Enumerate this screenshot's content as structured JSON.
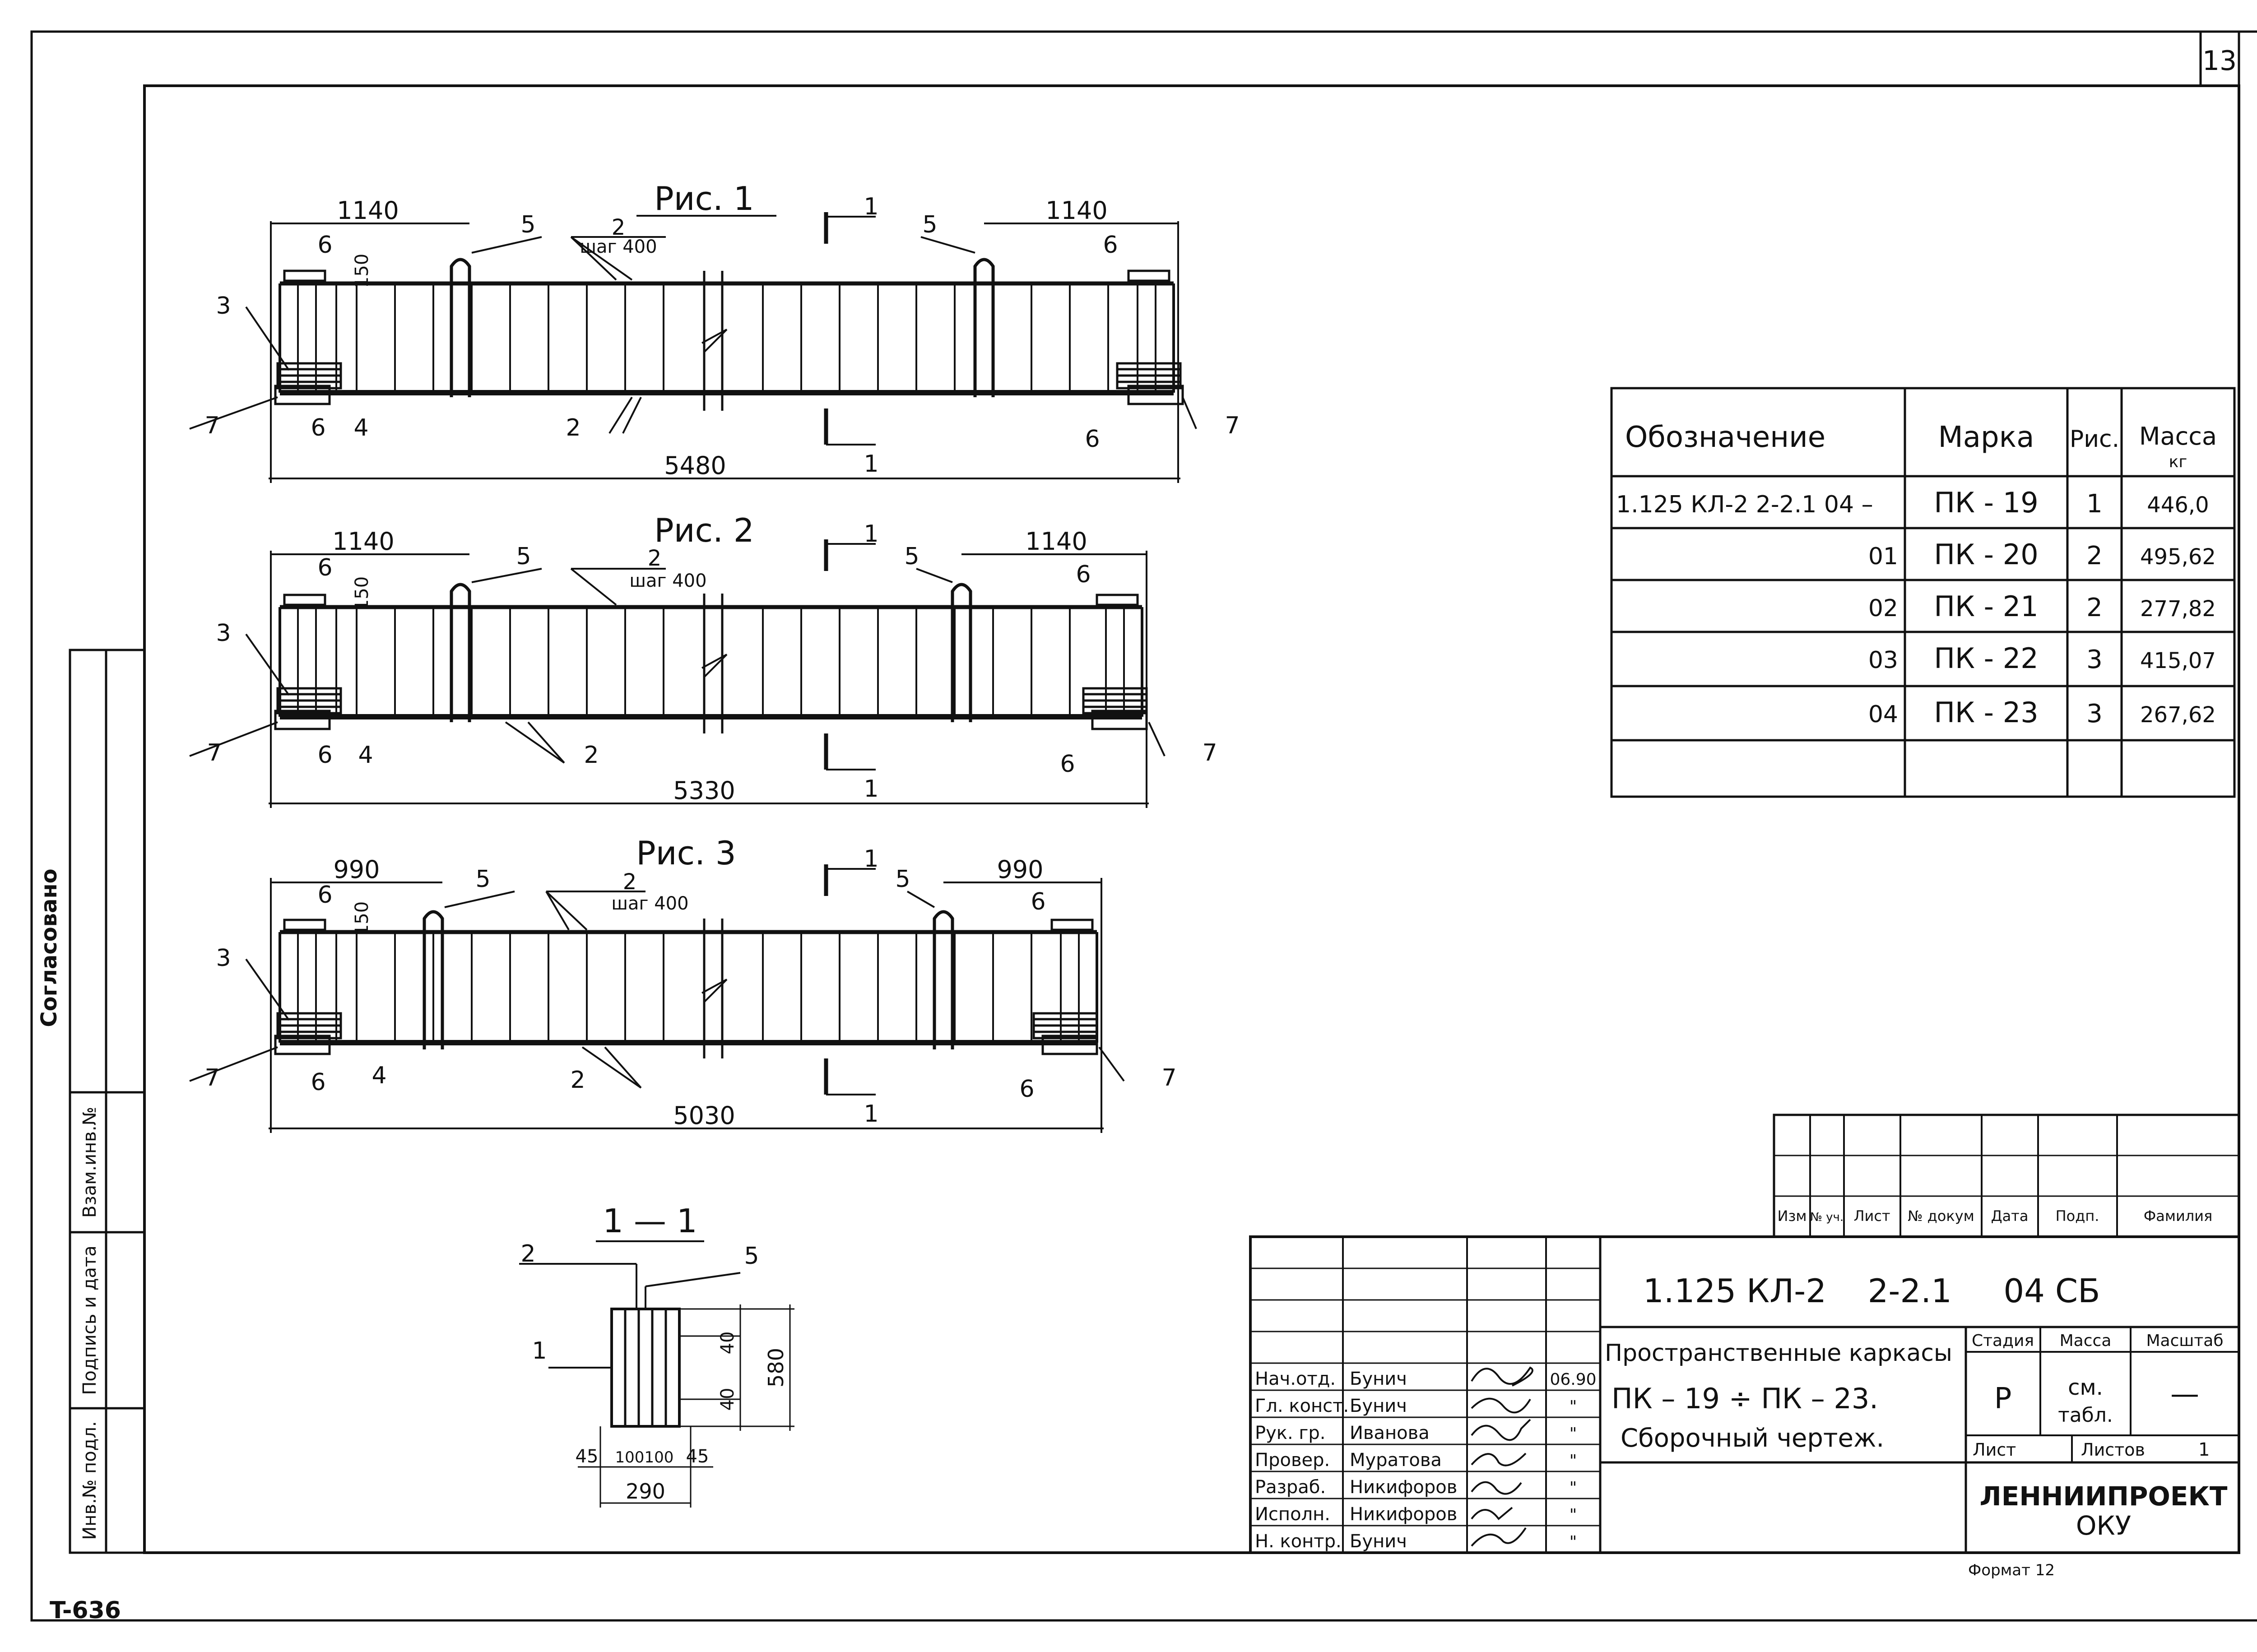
{
  "sheet_number": "13",
  "stamp_code": "T-636",
  "format_note": "Формат 12",
  "left_strip": {
    "agreed": "Согласовано",
    "inv_replace": "Взам.инв.№",
    "sign_date": "Подпись и дата",
    "inv_orig": "Инв.№ подл."
  },
  "figures": [
    {
      "title": "Рис. 1",
      "len_total": "5480",
      "len_end_left": "1140",
      "len_end_right": "1140"
    },
    {
      "title": "Рис. 2",
      "len_total": "5330",
      "len_end_left": "1140",
      "len_end_right": "1140"
    },
    {
      "title": "Рис. 3",
      "len_total": "5030",
      "len_end_left": "990",
      "len_end_right": "990"
    }
  ],
  "figure_labels": {
    "pitch": "шаг 400",
    "dim_150": "150",
    "callouts": [
      "1",
      "2",
      "3",
      "4",
      "5",
      "6",
      "7"
    ]
  },
  "section": {
    "title": "1 — 1",
    "label_1": "1",
    "label_2": "2",
    "label_5": "5",
    "dim_40a": "40",
    "dim_40b": "40",
    "dim_580": "580",
    "dim_45a": "45",
    "dim_100a": "100",
    "dim_100b": "100",
    "dim_45b": "45",
    "dim_290": "290"
  },
  "spec_table": {
    "headers": [
      "Обозначение",
      "Марка",
      "Рис.",
      "Масса"
    ],
    "mass_unit": "кг",
    "rows": [
      {
        "designation": "1.125 КЛ-2 2-2.1 04 –",
        "mark": "ПК - 19",
        "fig": "1",
        "mass": "446,0"
      },
      {
        "designation": "01",
        "mark": "ПК - 20",
        "fig": "2",
        "mass": "495,62"
      },
      {
        "designation": "02",
        "mark": "ПК - 21",
        "fig": "2",
        "mass": "277,82"
      },
      {
        "designation": "03",
        "mark": "ПК - 22",
        "fig": "3",
        "mass": "415,07"
      },
      {
        "designation": "04",
        "mark": "ПК - 23",
        "fig": "3",
        "mass": "267,62"
      }
    ]
  },
  "title_block": {
    "revision_headers": [
      "Изм",
      "№ уч.",
      "Лист",
      "№ докум",
      "Дата",
      "Подп.",
      "Фамилия"
    ],
    "doc_code": "1.125 КЛ-2    2-2.1     04 СБ",
    "title_line1": "Пространственные каркасы",
    "title_line2": "ПК  – 19 ÷ ПК  – 23.",
    "title_line3": "Сборочный  чертеж.",
    "stage_header": "Стадия",
    "mass_header": "Масса",
    "scale_header": "Масштаб",
    "stage_value": "Р",
    "mass_value_1": "см.",
    "mass_value_2": "табл.",
    "scale_value": "—",
    "sheet_label": "Лист",
    "sheets_label": "Листов",
    "sheets_value": "1",
    "org_line1": "ЛЕННИИПРОЕКТ",
    "org_line2": "ОКУ",
    "date": "06.90",
    "ditto": "\"",
    "signatures": [
      {
        "role": "Нач.отд.",
        "name": "Бунич"
      },
      {
        "role": "Гл. конст.",
        "name": "Бунич"
      },
      {
        "role": "Рук. гр.",
        "name": "Иванова"
      },
      {
        "role": "Провер.",
        "name": "Муратова"
      },
      {
        "role": "Разраб.",
        "name": "Никифоров"
      },
      {
        "role": "Исполн.",
        "name": "Никифоров"
      },
      {
        "role": "Н. контр.",
        "name": "Бунич"
      }
    ]
  }
}
